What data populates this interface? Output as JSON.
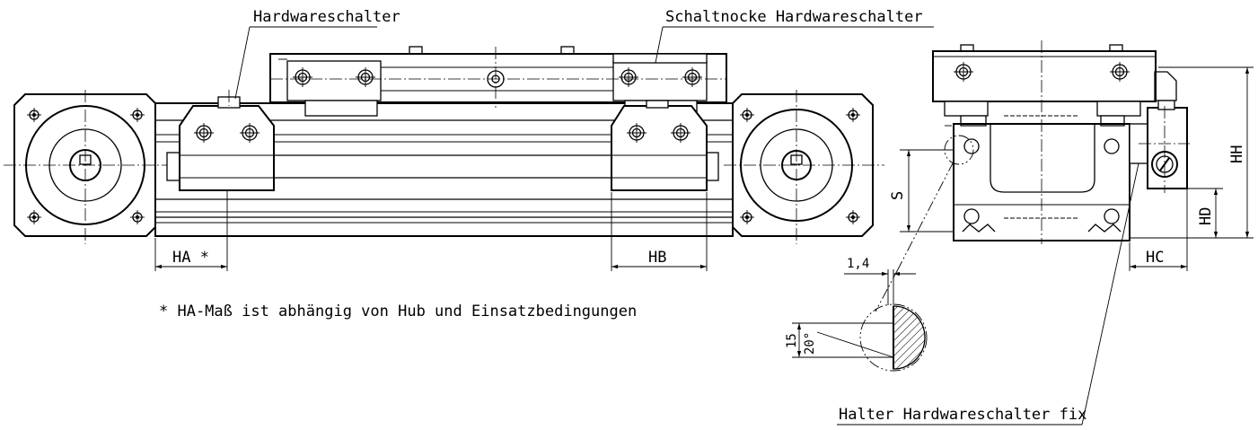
{
  "labels": {
    "hardwareschalter": "Hardwareschalter",
    "schaltnocke": "Schaltnocke Hardwareschalter",
    "halter": "Halter Hardwareschalter fix",
    "footnote": "* HA-Maß ist abhängig von Hub und Einsatzbedingungen"
  },
  "dimensions": {
    "ha": "HA *",
    "hb": "HB",
    "hc": "HC",
    "hd": "HD",
    "hh": "HH",
    "s": "S",
    "detail_offset": "1,4",
    "detail_height": "15",
    "detail_angle": "20°"
  }
}
